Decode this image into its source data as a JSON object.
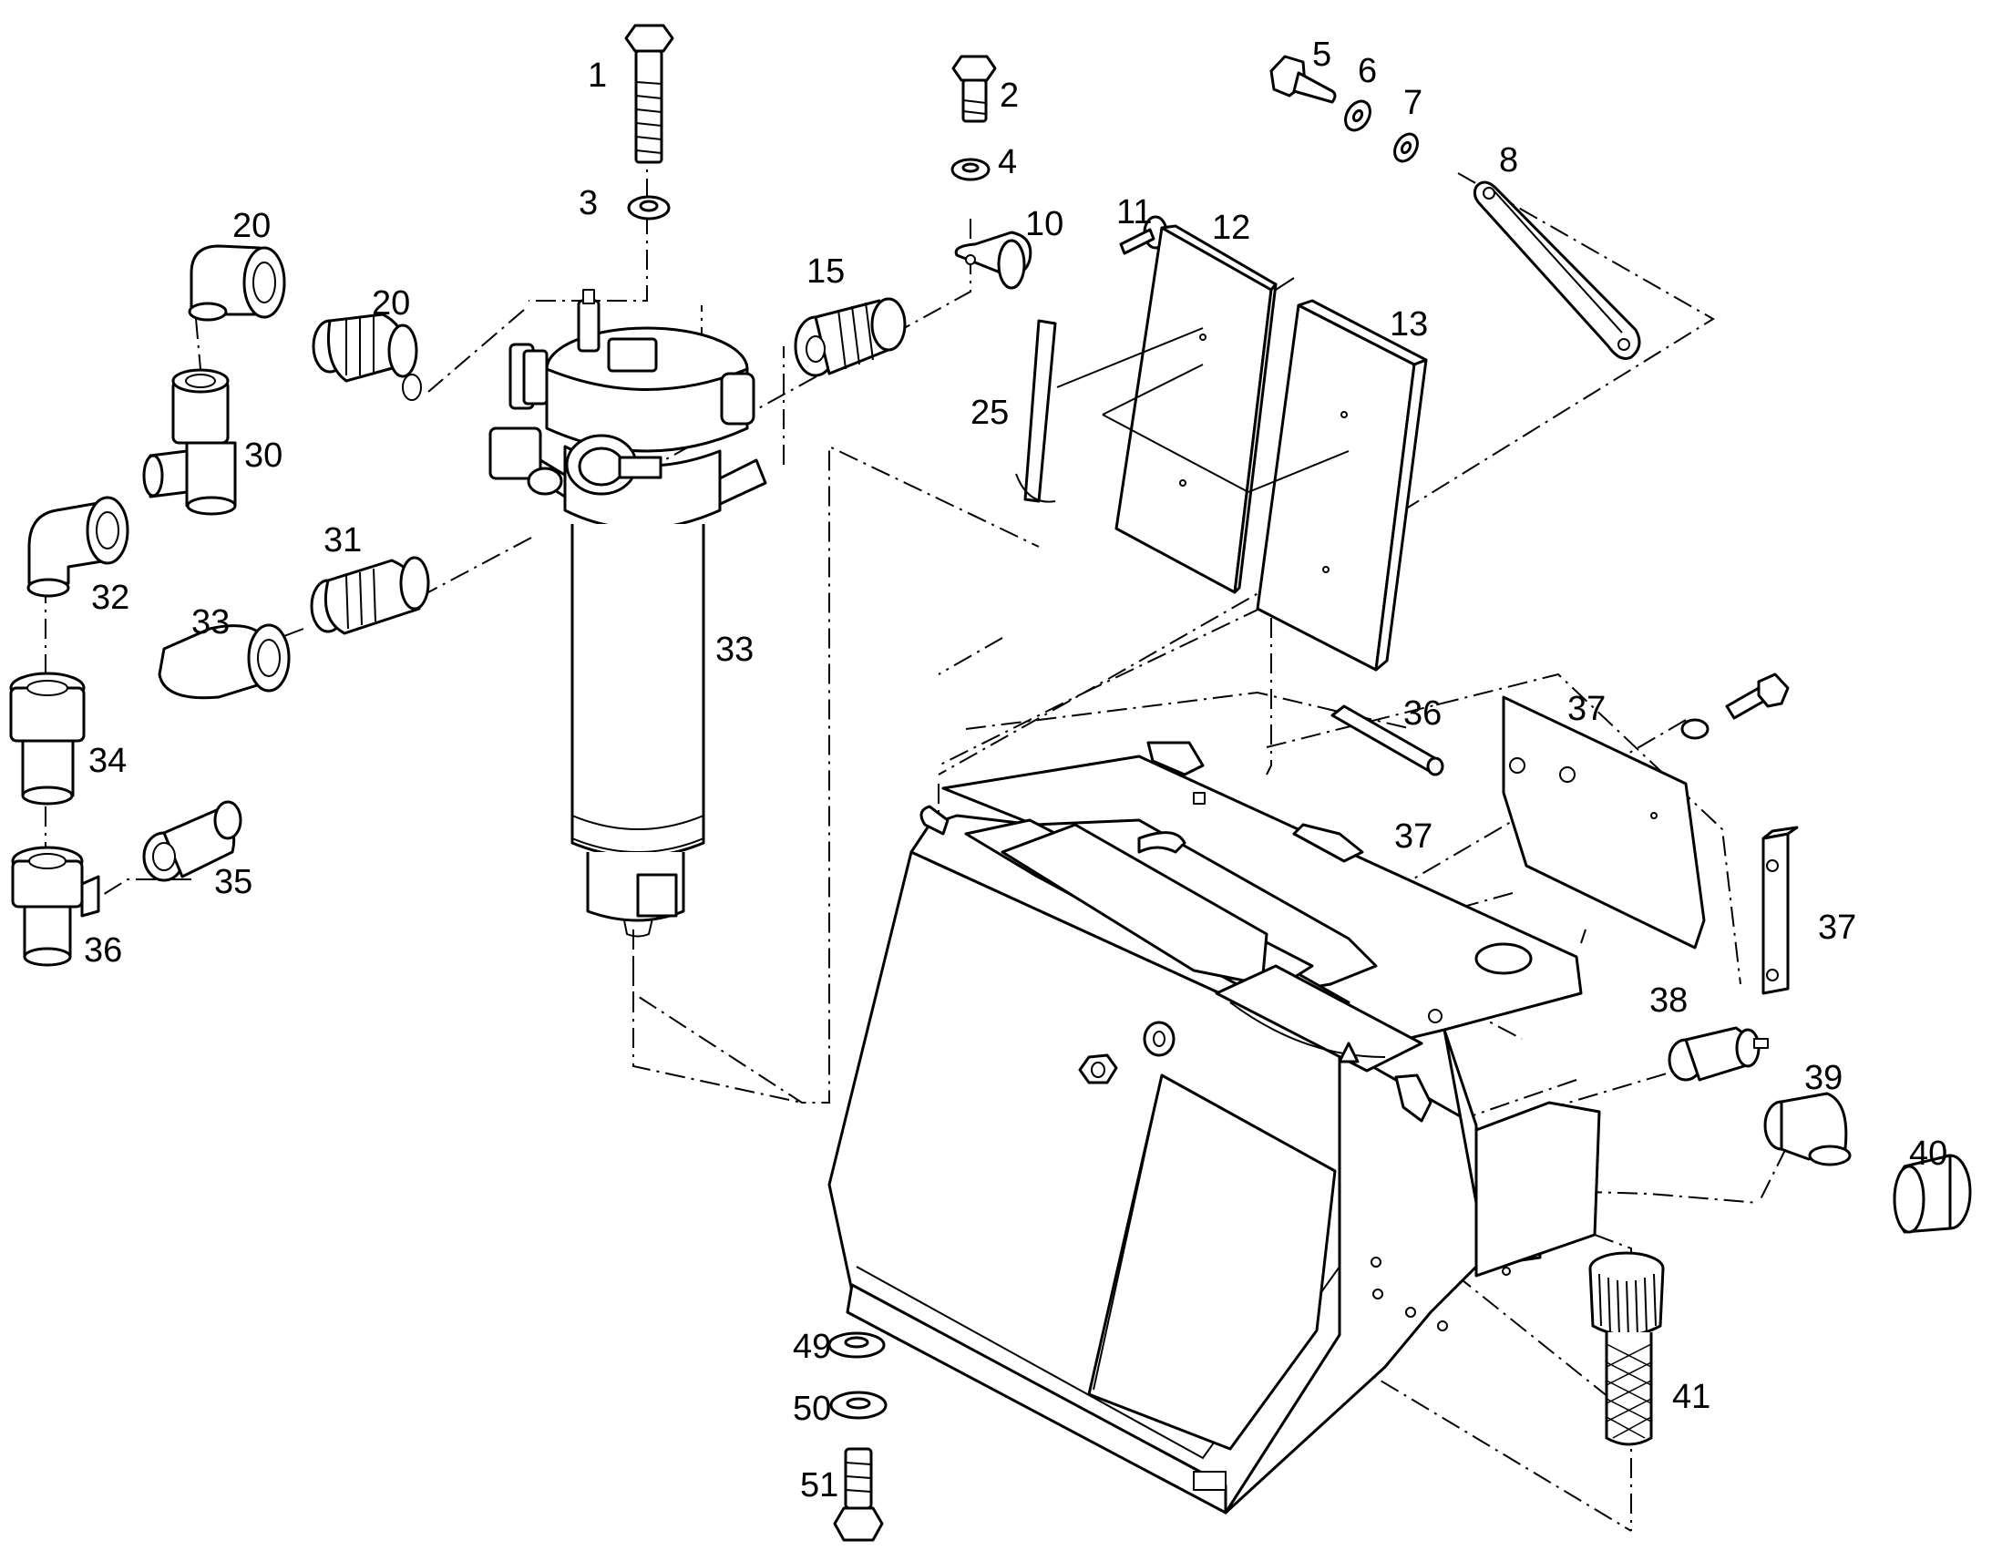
{
  "callouts": [
    {
      "id": "c1",
      "text": "1"
    },
    {
      "id": "c2",
      "text": "2"
    },
    {
      "id": "c3",
      "text": "3"
    },
    {
      "id": "c4",
      "text": "4"
    },
    {
      "id": "c5",
      "text": "5"
    },
    {
      "id": "c6",
      "text": "6"
    },
    {
      "id": "c7",
      "text": "7"
    },
    {
      "id": "c8",
      "text": "8"
    },
    {
      "id": "c10",
      "text": "10"
    },
    {
      "id": "c11",
      "text": "11"
    },
    {
      "id": "c12",
      "text": "12"
    },
    {
      "id": "c13",
      "text": "13"
    },
    {
      "id": "c15",
      "text": "15"
    },
    {
      "id": "c20a",
      "text": "20"
    },
    {
      "id": "c20b",
      "text": "20"
    },
    {
      "id": "c25",
      "text": "25"
    },
    {
      "id": "c30",
      "text": "30"
    },
    {
      "id": "c31",
      "text": "31"
    },
    {
      "id": "c32",
      "text": "32"
    },
    {
      "id": "c33a",
      "text": "33"
    },
    {
      "id": "c33b",
      "text": "33"
    },
    {
      "id": "c34",
      "text": "34"
    },
    {
      "id": "c35",
      "text": "35"
    },
    {
      "id": "c36a",
      "text": "36"
    },
    {
      "id": "c36b",
      "text": "36"
    },
    {
      "id": "c37a",
      "text": "37"
    },
    {
      "id": "c37b",
      "text": "37"
    },
    {
      "id": "c37c",
      "text": "37"
    },
    {
      "id": "c38",
      "text": "38"
    },
    {
      "id": "c39",
      "text": "39"
    },
    {
      "id": "c40",
      "text": "40"
    },
    {
      "id": "c41",
      "text": "41"
    },
    {
      "id": "c49",
      "text": "49"
    },
    {
      "id": "c50",
      "text": "50"
    },
    {
      "id": "c51",
      "text": "51"
    }
  ]
}
